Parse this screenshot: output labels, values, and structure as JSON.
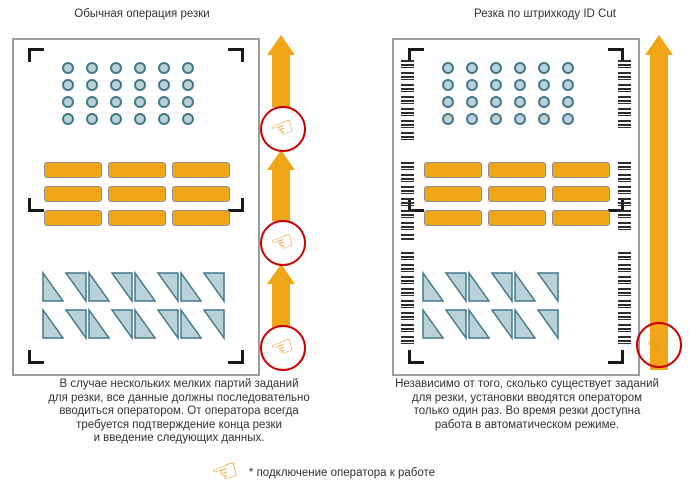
{
  "colors": {
    "accent_orange": "#F2A516",
    "shape_fill": "#B9D2DA",
    "shape_stroke": "#44798A",
    "operator_red": "#CC0000",
    "hand_orange": "#E8952C",
    "sheet_border": "#9C9C9C",
    "mark_black": "#1A1A1A",
    "text": "#333333"
  },
  "icons": {
    "operator_hand": "☜"
  },
  "panels": [
    {
      "title": "Обычная операция резки",
      "operator_stops": 3,
      "caption_lines": [
        "В случае нескольких мелких партий заданий",
        "для резки, все данные должны последовательно",
        "вводиться оператором. От оператора всегда",
        "требуется подтверждение конца резки",
        "и введение следующих данных."
      ],
      "sheet": {
        "dot_rows": 4,
        "dot_cols": 6,
        "bar_rows": 3,
        "bar_cols": 3,
        "tri_rows": 2,
        "tri_cols": 8,
        "has_barcodes": false
      }
    },
    {
      "title": "Резка по штрихкоду ID Cut",
      "operator_stops": 1,
      "caption_lines": [
        "Независимо от того, сколько существует заданий",
        "для резки, установки вводятся оператором",
        "только один раз. Во время резки доступна",
        "работа в автоматическом режиме."
      ],
      "sheet": {
        "dot_rows": 4,
        "dot_cols": 6,
        "bar_rows": 3,
        "bar_cols": 3,
        "tri_rows": 2,
        "tri_cols": 6,
        "has_barcodes": true
      }
    }
  ],
  "legend": {
    "text": "* подключение оператора к работе"
  }
}
